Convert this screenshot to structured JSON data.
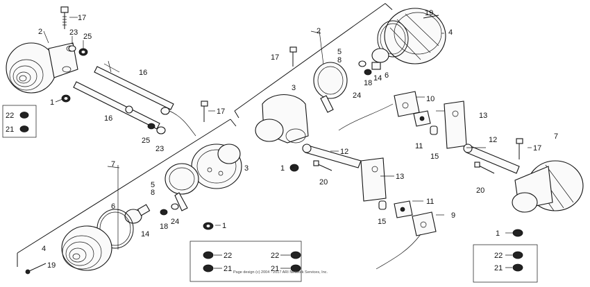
{
  "callouts": {
    "c17_top": "17",
    "c2_left": "2",
    "c23_top": "23",
    "c25_top": "25",
    "c16_upper": "16",
    "c16_lower": "16",
    "c1_left": "1",
    "c17_mid": "17",
    "c25_mid": "25",
    "c23_mid": "23",
    "c7_left": "7",
    "c5_left": "5",
    "c8_left": "8",
    "c3_left": "3",
    "c6_left": "6",
    "c14_left": "14",
    "c18_left": "18",
    "c24_left": "24",
    "c1_lower": "1",
    "c4_left": "4",
    "c19_left": "19",
    "c2_right": "2",
    "c17_right_top": "17",
    "c5_right": "5",
    "c8_right": "8",
    "c19_right": "19",
    "c4_right": "4",
    "c6_right": "6",
    "c14_right": "14",
    "c18_right": "18",
    "c24_right": "24",
    "c3_right": "3",
    "c10": "10",
    "c13_upper": "13",
    "c11_upper": "11",
    "c15_upper": "15",
    "c1_center": "1",
    "c12_center": "12",
    "c20_center": "20",
    "c13_lower": "13",
    "c11_lower": "11",
    "c15_lower": "15",
    "c9": "9",
    "c7_right": "7",
    "c12_right": "12",
    "c17_far_right": "17",
    "c20_right": "20"
  },
  "boxes": {
    "left_box": {
      "n22": "22",
      "n21": "21"
    },
    "center_box": {
      "n22a": "22",
      "n22b": "22",
      "n21a": "21",
      "n21b": "21"
    },
    "right_box": {
      "n1": "1",
      "n22": "22",
      "n21": "21"
    }
  },
  "watermark": "Page design (c) 2004 - 2017 ARI Network Services, Inc.",
  "colors": {
    "ink": "#111111",
    "paper": "#ffffff"
  }
}
